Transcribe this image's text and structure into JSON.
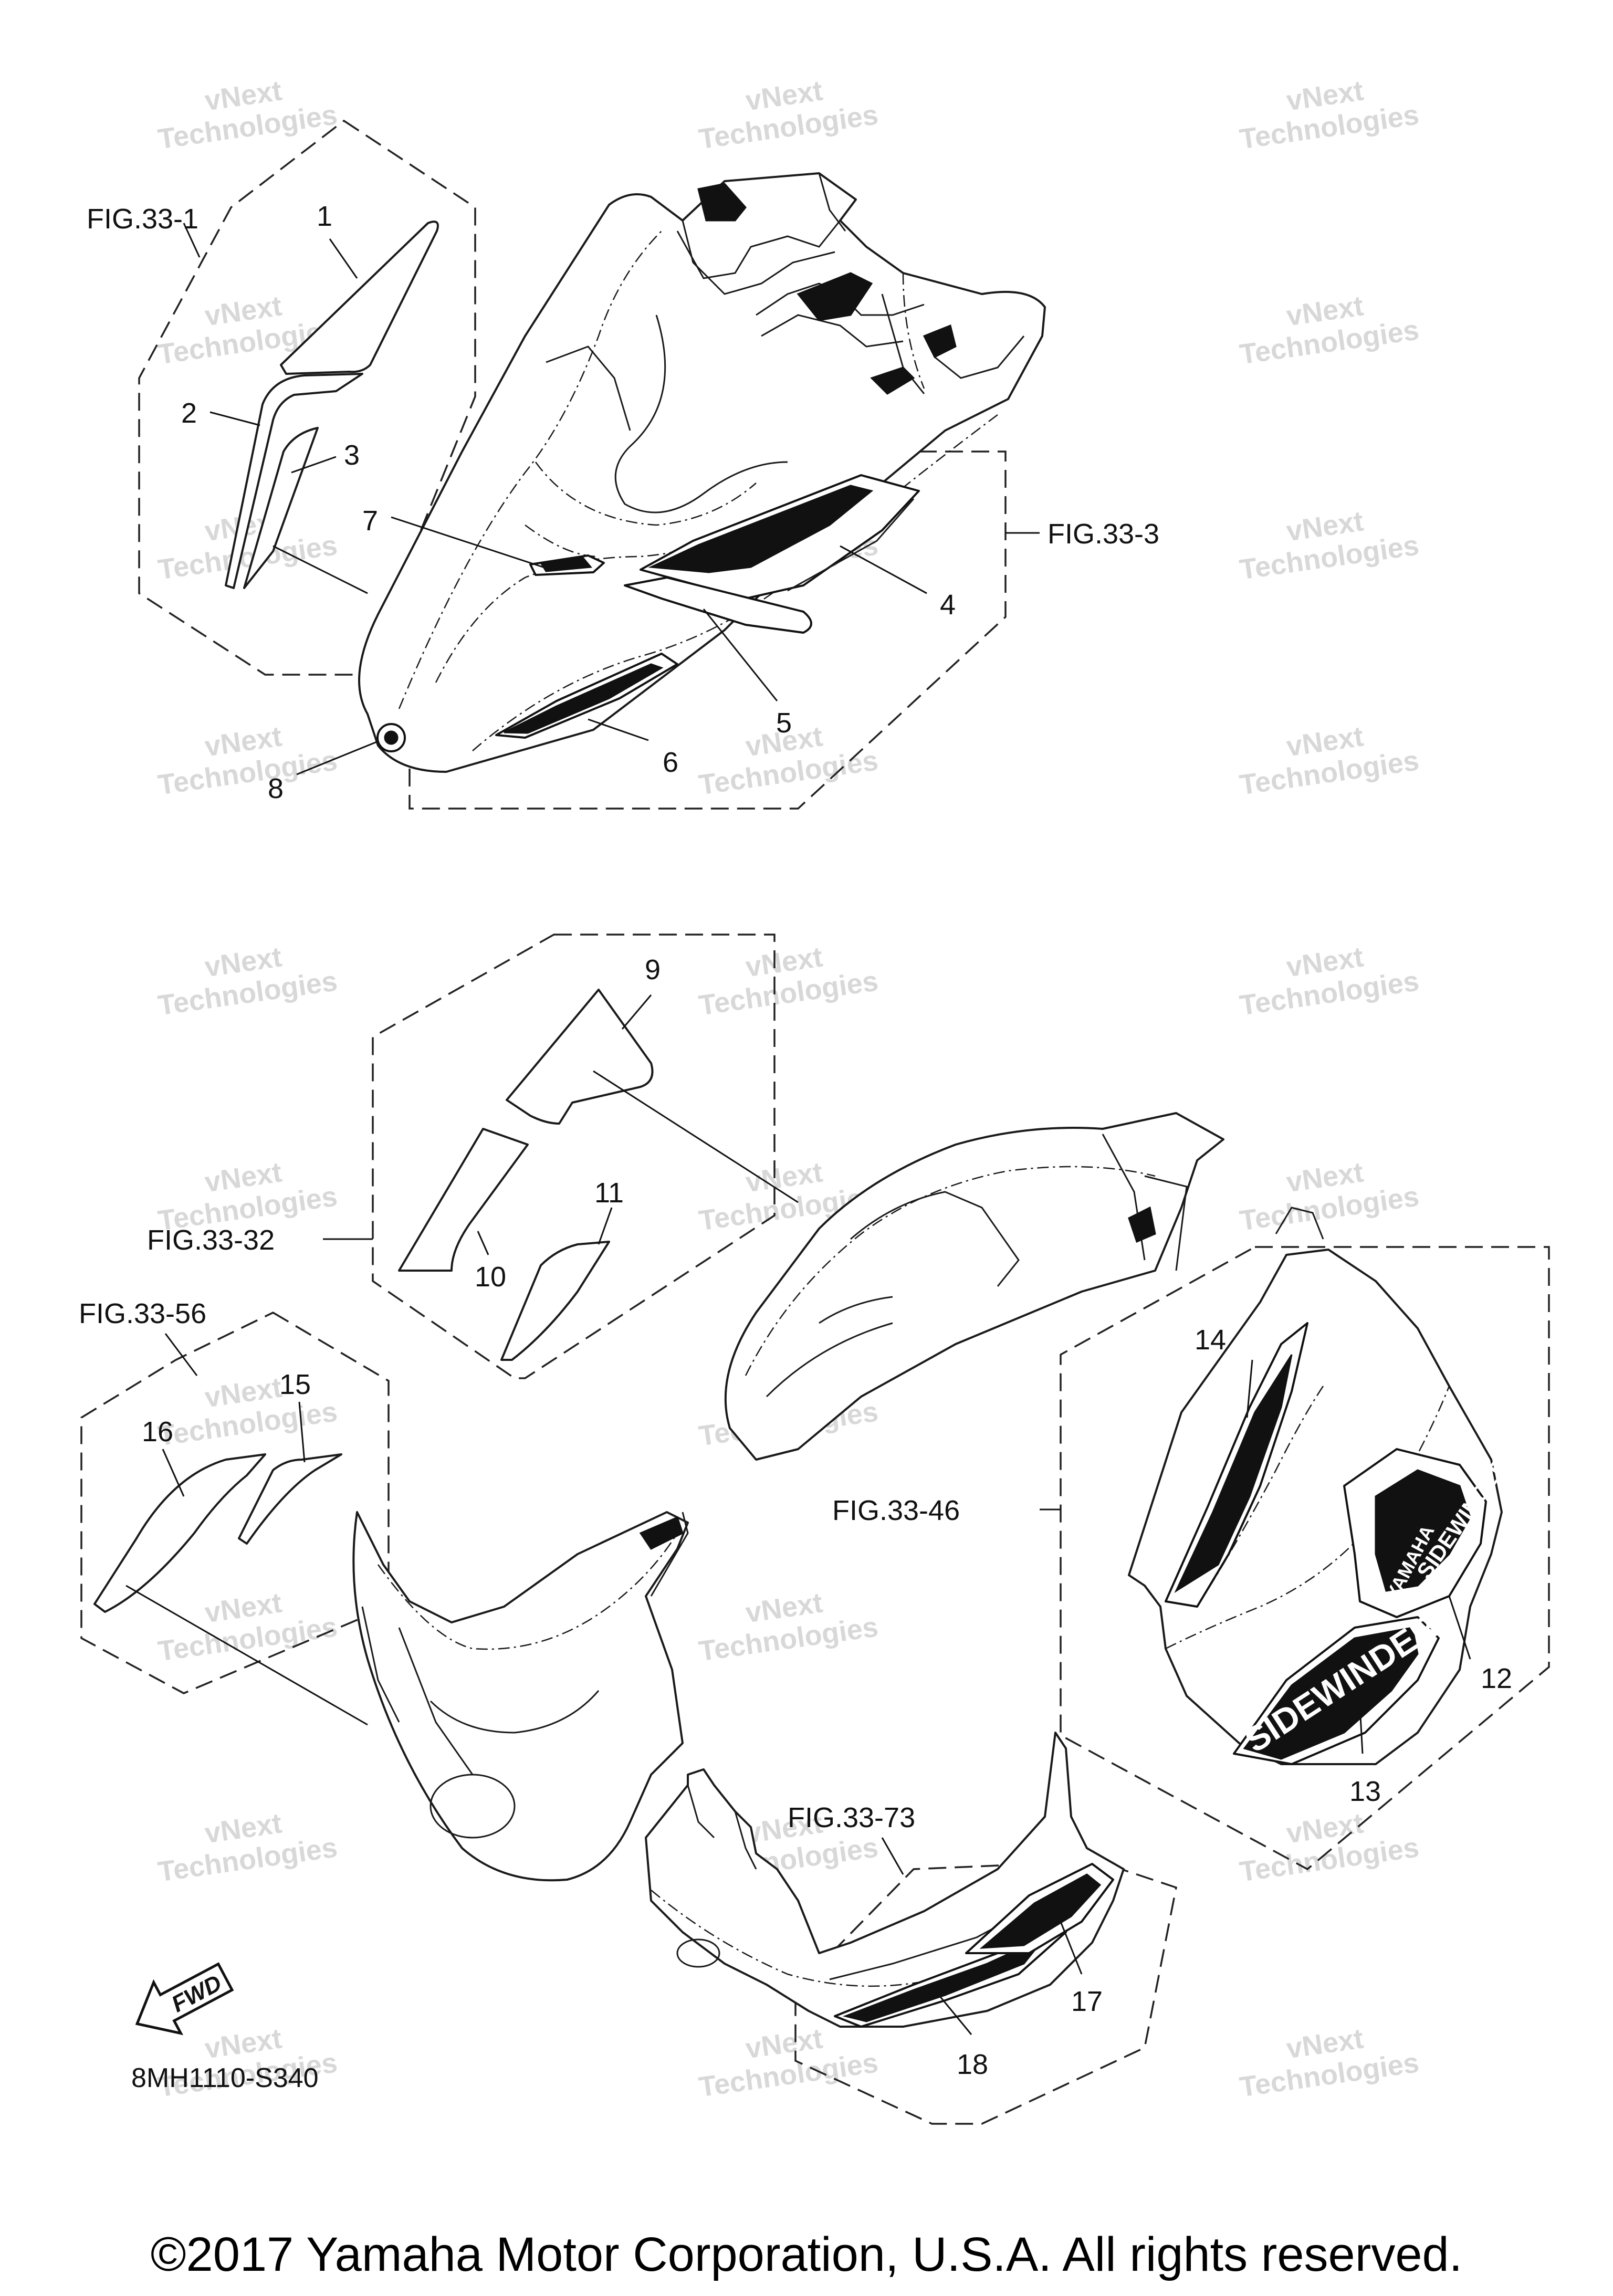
{
  "callouts": [
    "1",
    "2",
    "3",
    "4",
    "5",
    "6",
    "7",
    "8",
    "9",
    "10",
    "11",
    "12",
    "13",
    "14",
    "15",
    "16",
    "17",
    "18"
  ],
  "fig_refs": {
    "f1": "FIG.33-1",
    "f3": "FIG.33-3",
    "f32": "FIG.33-32",
    "f56": "FIG.33-56",
    "f46": "FIG.33-46",
    "f73": "FIG.33-73"
  },
  "diagram_code": "8MH1110-S340",
  "fwd_label": "FWD",
  "decal_text": {
    "brand": "YAMAHA",
    "model": "SIDEWINDER"
  },
  "watermark": {
    "line1": "vNext",
    "line2": "Technologies"
  },
  "copyright": "©2017 Yamaha Motor Corporation, U.S.A. All rights reserved."
}
